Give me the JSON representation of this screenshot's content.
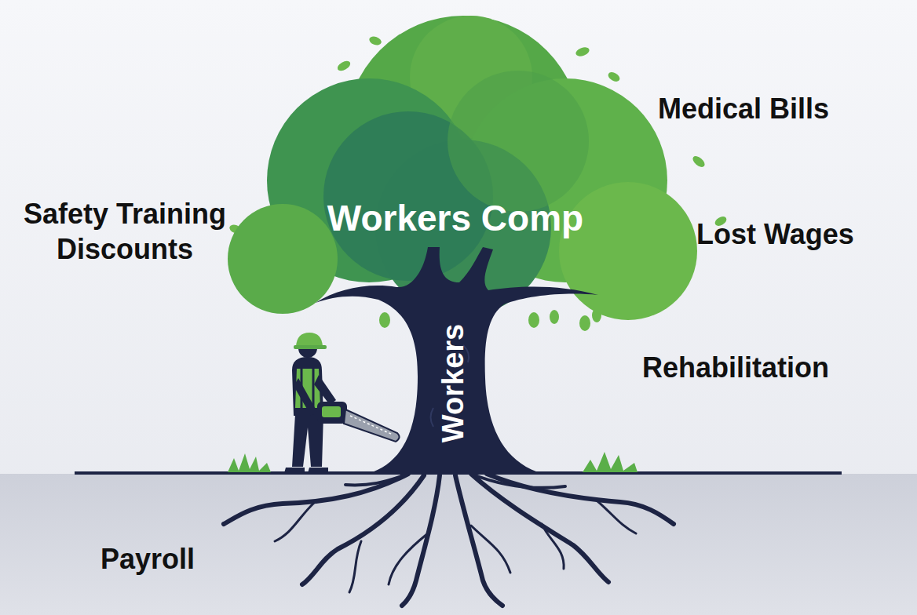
{
  "diagram": {
    "nodes": [
      {
        "text": [
          "Workers Comp"
        ]
      },
      {
        "text": [
          "Workers"
        ]
      }
    ],
    "labels": [
      "Safety Training Discounts",
      "Medical Bills",
      "Lost Wages",
      "Rehabilitation",
      "Payroll"
    ]
  }
}
